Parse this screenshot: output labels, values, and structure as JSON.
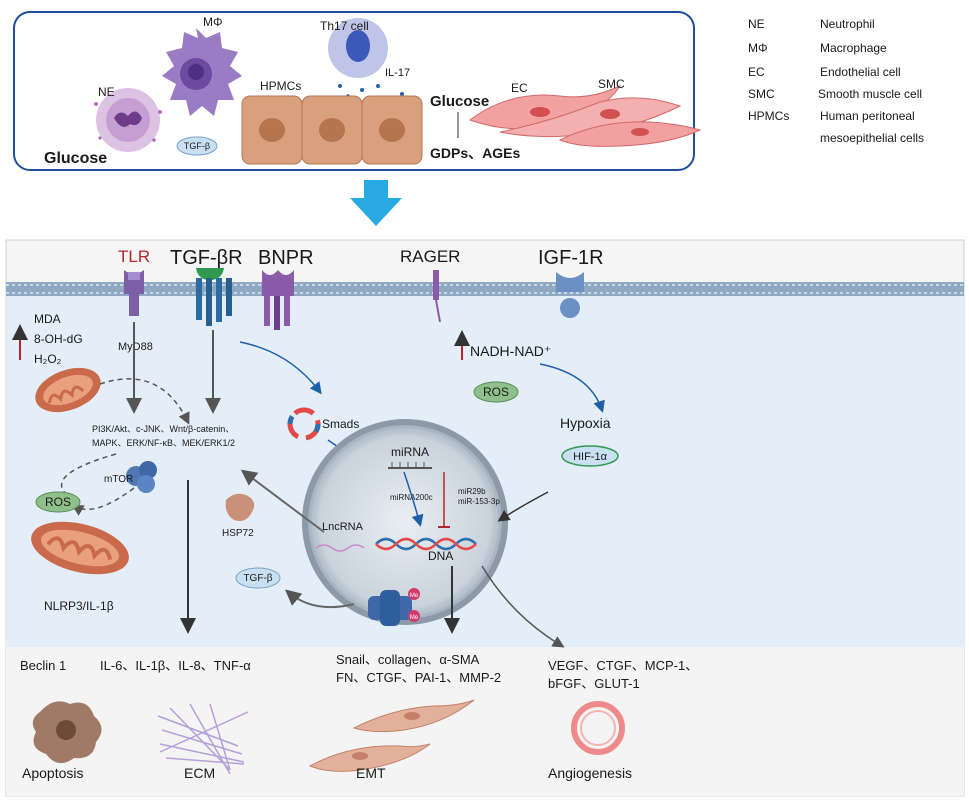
{
  "legend": [
    {
      "abbr": "NE",
      "full": "Neutrophil"
    },
    {
      "abbr": "MΦ",
      "full": "Macrophage"
    },
    {
      "abbr": "EC",
      "full": "Endothelial cell"
    },
    {
      "abbr": "SMC",
      "full": "Smooth muscle cell"
    },
    {
      "abbr": "HPMCs",
      "full": "Human peritoneal",
      "full2": "mesoepithelial cells"
    }
  ],
  "top": {
    "ne": "NE",
    "mphi": "MΦ",
    "th17": "Th17 cell",
    "il17": "IL-17",
    "hpmcs": "HPMCs",
    "glucose_left": "Glucose",
    "tgfb": "TGF-β",
    "glucose_right": "Glucose",
    "gdps": "GDPs、AGEs",
    "ec": "EC",
    "smc": "SMC"
  },
  "receptors": {
    "tlr": "TLR",
    "tgfbr": "TGF-βR",
    "bnpr": "BNPR",
    "rager": "RAGER",
    "igf1r": "IGF-1R"
  },
  "cell": {
    "mda": "MDA",
    "ohdg": "8-OH-dG",
    "h2o2": "H₂O₂",
    "myd88": "MyD88",
    "pathways1": "PI3K/Akt、c-JNK、Wnt/β-catenin、",
    "pathways2": "MAPK、ERK/NF-κB、MEK/ERK1/2",
    "mtor": "mTOR",
    "ros_left": "ROS",
    "nlrp3": "NLRP3/IL-1β",
    "smads": "Smads",
    "hsp72": "HSP72",
    "tgfb2": "TGF-β",
    "lncrna": "LncRNA",
    "mirna": "miRNA",
    "mirna200c": "miRNA200c",
    "mir29b": "miR29b",
    "mir153": "miR-153-3p",
    "dna": "DNA",
    "me1": "Me",
    "me2": "Me",
    "nadh": "NADH-NAD⁺",
    "ros_right": "ROS",
    "hypoxia": "Hypoxia",
    "hif": "HIF-1α"
  },
  "bottom": {
    "beclin": "Beclin 1",
    "cytokines": "IL-6、IL-1β、IL-8、TNF-α",
    "emt1": "Snail、collagen、α-SMA",
    "emt2": "FN、CTGF、PAI-1、MMP-2",
    "ang1": "VEGF、CTGF、MCP-1、",
    "ang2": "bFGF、GLUT-1",
    "apoptosis": "Apoptosis",
    "ecm": "ECM",
    "emt": "EMT",
    "angiogenesis": "Angiogenesis"
  },
  "colors": {
    "frame": "#1f4e9b",
    "cytoplasm": "#e3eef9",
    "membrane": "#8fa9c3",
    "arrow_blue": "#29a9e1",
    "tlr_red": "#b5252d",
    "cell_tan": "#d9a07d",
    "mphi_purple": "#9a7cc4",
    "ec_pink": "#f2a0a0"
  }
}
